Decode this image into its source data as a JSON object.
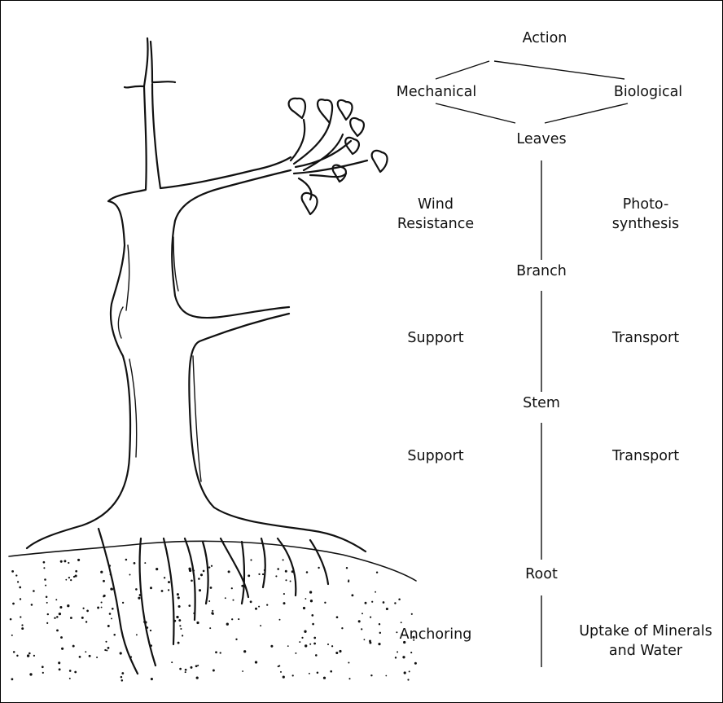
{
  "header": {
    "action": "Action",
    "mechanical": "Mechanical",
    "biological": "Biological"
  },
  "parts": [
    {
      "name": "Leaves",
      "mechanical": [
        "Wind",
        "Resistance"
      ],
      "biological": [
        "Photo-",
        "synthesis"
      ]
    },
    {
      "name": "Branch",
      "mechanical": [
        "Support"
      ],
      "biological": [
        "Transport"
      ]
    },
    {
      "name": "Stem",
      "mechanical": [
        "Support"
      ],
      "biological": [
        "Transport"
      ]
    },
    {
      "name": "Root",
      "mechanical": [
        "Anchoring"
      ],
      "biological": [
        "Uptake of Minerals",
        "and Water"
      ]
    }
  ],
  "colors": {
    "ink": "#111111",
    "background": "#ffffff"
  }
}
